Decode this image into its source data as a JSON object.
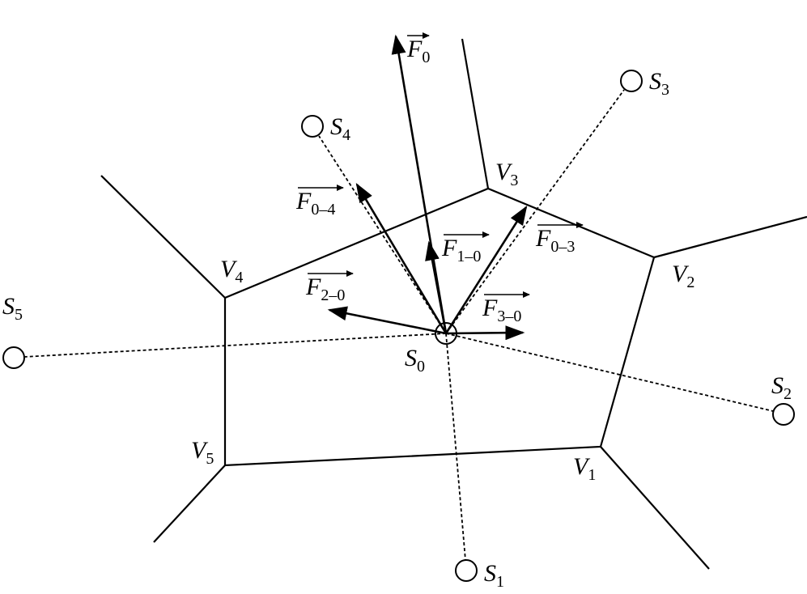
{
  "title": "Voronoi cell of site S0 with virtual forces from neighbouring sites",
  "sites": [
    {
      "name": "S",
      "sub": "0"
    },
    {
      "name": "S",
      "sub": "1"
    },
    {
      "name": "S",
      "sub": "2"
    },
    {
      "name": "S",
      "sub": "3"
    },
    {
      "name": "S",
      "sub": "4"
    },
    {
      "name": "S",
      "sub": "5"
    }
  ],
  "vertices": [
    {
      "name": "V",
      "sub": "1"
    },
    {
      "name": "V",
      "sub": "2"
    },
    {
      "name": "V",
      "sub": "3"
    },
    {
      "name": "V",
      "sub": "4"
    },
    {
      "name": "V",
      "sub": "5"
    }
  ],
  "forces": [
    {
      "name": "F",
      "sub": "0"
    },
    {
      "name": "F",
      "sub": "0–4"
    },
    {
      "name": "F",
      "sub": "1–0"
    },
    {
      "name": "F",
      "sub": "0–3"
    },
    {
      "name": "F",
      "sub": "2–0"
    },
    {
      "name": "F",
      "sub": "3–0"
    }
  ]
}
